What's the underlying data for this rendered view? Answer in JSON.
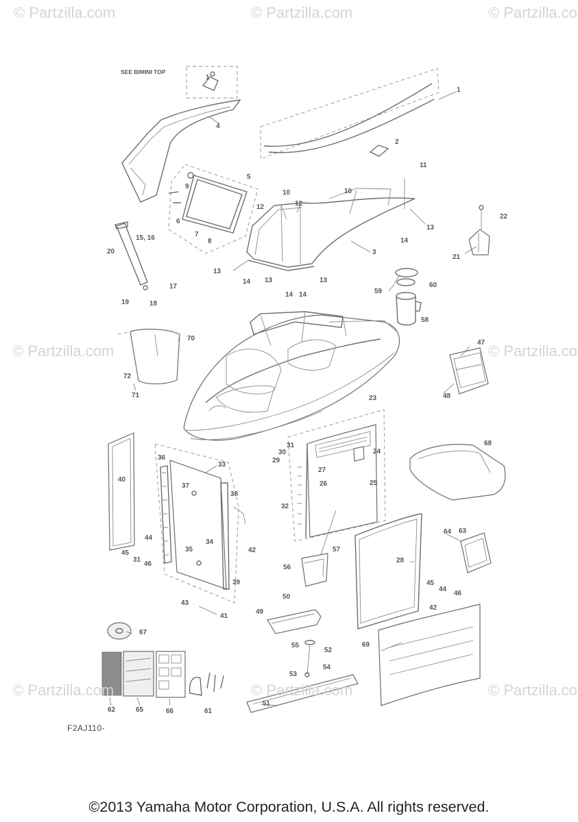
{
  "watermark": {
    "text": "© Partzilla.com"
  },
  "note": {
    "see_bimini": "SEE BIMINI TOP"
  },
  "diagram_code": "F2AJ110-",
  "copyright": "©2013 Yamaha Motor Corporation, U.S.A. All rights reserved.",
  "callouts": {
    "c1a": "1",
    "c1b": "1",
    "c2": "2",
    "c3": "3",
    "c4": "4",
    "c5": "5",
    "c6": "6",
    "c7": "7",
    "c8": "8",
    "c9": "9",
    "c10a": "10",
    "c10b": "10",
    "c11": "11",
    "c12a": "12",
    "c12b": "12",
    "c13a": "13",
    "c13b": "13",
    "c13c": "13",
    "c13d": "13",
    "c14a": "14",
    "c14b": "14",
    "c14c": "14",
    "c14d": "14",
    "c15": "15, 16",
    "c17": "17",
    "c18": "18",
    "c19": "19",
    "c20": "20",
    "c21": "21",
    "c22": "22",
    "c23": "23",
    "c24": "24",
    "c25": "25",
    "c26": "26",
    "c27": "27",
    "c28": "28",
    "c29": "29",
    "c30": "30",
    "c31a": "31",
    "c31b": "31",
    "c32": "32",
    "c33": "33",
    "c34": "34",
    "c35": "35",
    "c36": "36",
    "c37": "37",
    "c38": "38",
    "c39": "39",
    "c40": "40",
    "c41": "41",
    "c42a": "42",
    "c42b": "42",
    "c43": "43",
    "c44a": "44",
    "c44b": "44",
    "c45a": "45",
    "c45b": "45",
    "c46a": "46",
    "c46b": "46",
    "c47": "47",
    "c48": "48",
    "c49": "49",
    "c50": "50",
    "c51": "51",
    "c52": "52",
    "c53": "53",
    "c54": "54",
    "c55": "55",
    "c56": "56",
    "c57": "57",
    "c58": "58",
    "c59": "59",
    "c60": "60",
    "c61": "61",
    "c62": "62",
    "c63": "63",
    "c64": "64",
    "c65": "65",
    "c66": "66",
    "c67": "67",
    "c68": "68",
    "c69": "69",
    "c70": "70",
    "c71": "71",
    "c72": "72"
  }
}
